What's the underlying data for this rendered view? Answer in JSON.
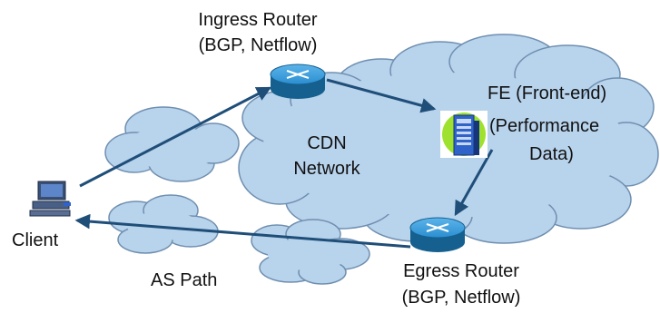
{
  "ingress_router": {
    "title": "Ingress Router",
    "subtitle": "(BGP, Netflow)"
  },
  "egress_router": {
    "title": "Egress Router",
    "subtitle": "(BGP, Netflow)"
  },
  "cdn_network": {
    "line1": "CDN",
    "line2": "Network"
  },
  "front_end": {
    "line1": "FE (Front-end)",
    "line2": "(Performance",
    "line3": "Data)"
  },
  "client": {
    "label": "Client"
  },
  "as_path": {
    "label": "AS Path"
  },
  "colors": {
    "cloud_fill": "#b8d3ec",
    "cloud_stroke": "#6f8fb0",
    "arrow": "#1f4e79",
    "router_body": "#2b8ed0",
    "router_dark": "#15608f",
    "server_bg": "#9ee22f",
    "server_body": "#2f63c9"
  }
}
